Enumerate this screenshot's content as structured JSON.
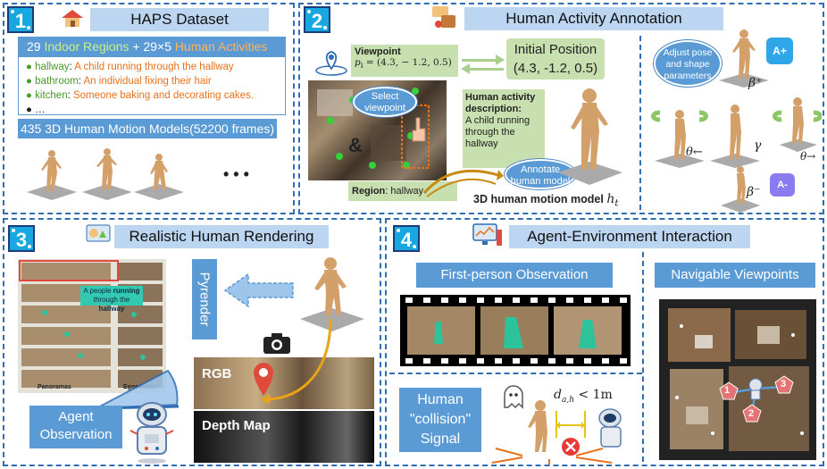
{
  "panel1": {
    "number": "1",
    "title": "HAPS Dataset",
    "stats_count_regions": "29",
    "stats_regions_label": "Indoor Regions",
    "stats_plus": "+ 29×5",
    "stats_activities_label": "Human Activities",
    "examples": [
      {
        "region": "hallway",
        "activity": "A child running through the hallway"
      },
      {
        "region": "bathroom",
        "activity": "An individual fixing their hair"
      },
      {
        "region": "kitchen",
        "activity": "Someone baking and decorating cakes."
      }
    ],
    "ellipsis": "…",
    "motion_models": "435 3D Human Motion Models(52200 frames)",
    "more_dots": "• • •"
  },
  "panel2": {
    "number": "2",
    "title": "Human Activity Annotation",
    "viewpoint_label": "Viewpoint",
    "viewpoint_formula": "p",
    "viewpoint_sub": "i",
    "viewpoint_value": " = (4.3, − 1.2, 0.5)",
    "select_viewpoint": "Select viewpoint",
    "region_label": "Region",
    "region_value": ": hallway",
    "initial_position_label": "Initial Position",
    "initial_position_value": "(4.3, -1.2, 0.5)",
    "activity_desc_label": "Human activity description:",
    "activity_desc_text": "A child running through the hallway",
    "annotate_model": "Annotate human model",
    "model_label": "3D human motion model ",
    "model_symbol": "h",
    "model_sub": "t",
    "adjust_params": "Adjust pose and shape parameters",
    "beta_plus": "β⁺",
    "beta_minus": "β⁻",
    "theta_left": "θ←",
    "theta_right": "θ→",
    "gamma": "γ",
    "icon_a_plus": "A+",
    "icon_a_minus": "A-"
  },
  "panel3": {
    "number": "3",
    "title": "Realistic Human Rendering",
    "pyrender": "Pyrender",
    "caption_prefix": "A people ",
    "caption_bold1": "running",
    "caption_mid": " through the ",
    "caption_bold2": "hallway",
    "panoramas": "Panoramas",
    "egocentric": "Egocentric",
    "agent_observation_line1": "Agent",
    "agent_observation_line2": "Observation",
    "rgb": "RGB",
    "depth_map": "Depth Map"
  },
  "panel4": {
    "number": "4",
    "title": "Agent-Environment Interaction",
    "first_person": "First-person Observation",
    "navigable": "Navigable Viewpoints",
    "collision_line1": "Human",
    "collision_line2": "\"collision\"",
    "collision_line3": "Signal",
    "distance_symbol": "d",
    "distance_sub": "a,h",
    "distance_rule": " < 1m",
    "nav_points": [
      "1",
      "2",
      "3"
    ]
  },
  "colors": {
    "panel_border": "#2f6db5",
    "title_fill": "#bcd6f1",
    "label_blue": "#5b9bd5",
    "region_green": "#7cb342",
    "activity_orange": "#e8711c",
    "number_fill": "#18a7e0",
    "figure_tan": "#d4a06a"
  }
}
